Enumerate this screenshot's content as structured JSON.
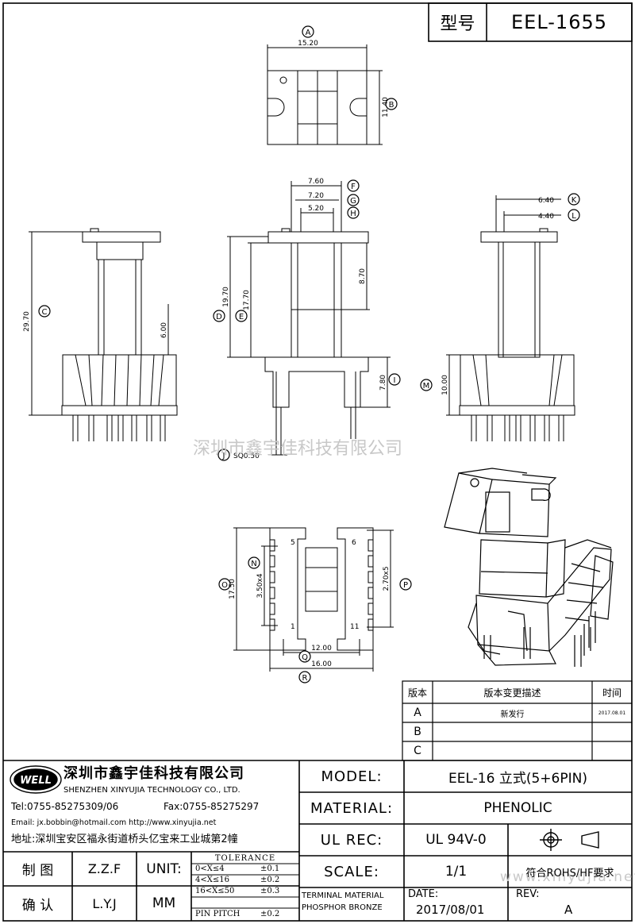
{
  "model_box": {
    "label": "型号",
    "value": "EEL-1655"
  },
  "dims": {
    "A": "15.20",
    "B": "11.40",
    "C": "29.70",
    "D": "19.70",
    "E": "17.70",
    "F": "7.60",
    "G": "7.20",
    "H": "5.20",
    "I": "7.80",
    "J": "SQ0.50",
    "K": "6.40",
    "L": "4.40",
    "M": "10.00",
    "N": "3.50x4",
    "O": "17.50",
    "P": "2.70x5",
    "Q": "12.00",
    "R": "16.00",
    "six": "6.00",
    "eight": "8.70"
  },
  "pin_numbers": {
    "p5": "5",
    "p1": "1",
    "p6": "6",
    "p11": "11"
  },
  "watermark": "深圳市鑫宇佳科技有限公司",
  "watermark_url": "www.xinyujia.net",
  "revision": {
    "headers": {
      "ver": "版本",
      "desc": "版本变更描述",
      "time": "时间"
    },
    "rows": [
      {
        "ver": "A",
        "desc": "新发行",
        "time": "2017.08.01"
      },
      {
        "ver": "B",
        "desc": "",
        "time": ""
      },
      {
        "ver": "C",
        "desc": "",
        "time": ""
      }
    ]
  },
  "company": {
    "logo": "WELL",
    "name_cn": "深圳市鑫宇佳科技有限公司",
    "name_en": "SHENZHEN XINYUJIA TECHNOLOGY CO., LTD.",
    "tel": "Tel:0755-85275309/06",
    "fax": "Fax:0755-85275297",
    "email": "Email: jx.bobbin@hotmail.com http://www.xinyujia.net",
    "address": "地址:深圳宝安区福永街道桥头亿宝来工业城第2幢"
  },
  "title_block": {
    "model_label": "MODEL:",
    "model_value": "EEL-16 立式(5+6PIN)",
    "material_label": "MATERIAL:",
    "material_value": "PHENOLIC",
    "ulrec_label": "UL REC:",
    "ulrec_value": "UL 94V-0",
    "scale_label": "SCALE:",
    "scale_value": "1/1",
    "rohs": "符合ROHS/HF要求",
    "terminal_1": "TERMINAL MATERIAL",
    "terminal_2": "PHOSPHOR BRONZE",
    "date_label": "DATE:",
    "date_value": "2017/08/01",
    "rev_label": "REV:",
    "rev_value": "A",
    "drawn_label": "制 图",
    "drawn_value": "Z.Z.F",
    "checked_label": "确 认",
    "checked_value": "L.Y.J",
    "unit_label": "UNIT:",
    "unit_value": "MM",
    "tolerance_title": "TOLERANCE",
    "tolerances": [
      {
        "range": "0<X≤4",
        "tol": "±0.1"
      },
      {
        "range": "4<X≤16",
        "tol": "±0.2"
      },
      {
        "range": "16<X≤50",
        "tol": "±0.3"
      },
      {
        "range": "PIN PITCH",
        "tol": "±0.2"
      }
    ]
  }
}
